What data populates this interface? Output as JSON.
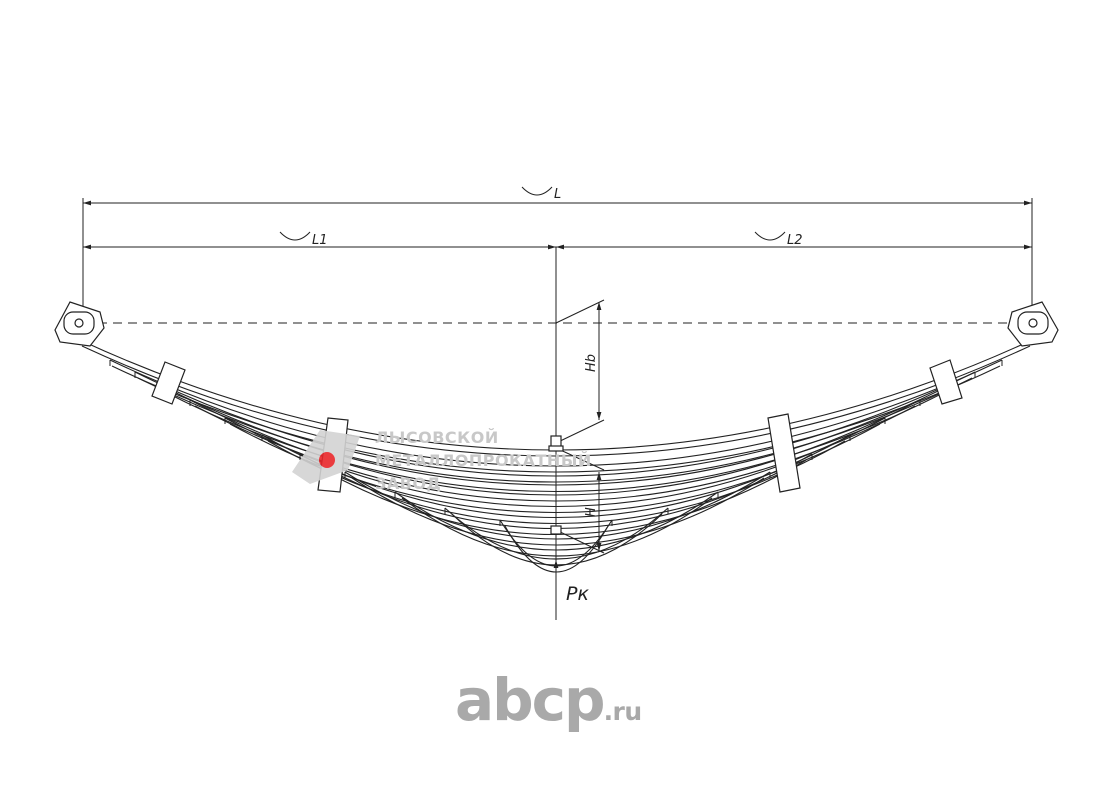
{
  "dimensions": {
    "overall_length": "L",
    "left_length": "L1",
    "right_length": "L2",
    "free_height": "Hb",
    "height": "H",
    "load": "Pк"
  },
  "watermark": {
    "line1": "ЛЫСОВСКОЙ",
    "line2": "МЕТАЛЛОПРОКАТНЫЙ",
    "line3": "ЗАВОД"
  },
  "brand": {
    "name": "abcp",
    "tld": ".ru"
  },
  "colors": {
    "line": "#222222",
    "watermark_gray": "#c8c8c8",
    "watermark_red": "#e8262a",
    "brand_gray": "#a9a9a9"
  }
}
